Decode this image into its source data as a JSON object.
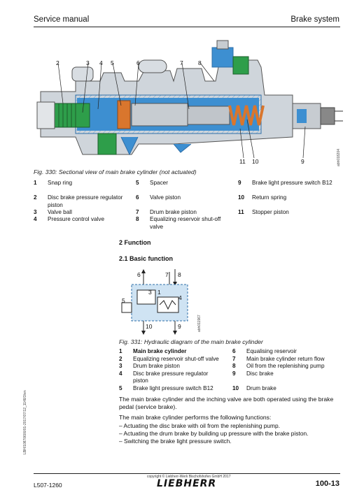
{
  "header": {
    "left": "Service manual",
    "right": "Brake system"
  },
  "figure1": {
    "callouts": [
      "2",
      "3",
      "4",
      "5",
      "6",
      "7",
      "8",
      "11",
      "10",
      "9"
    ],
    "side_code": "abh018204",
    "caption": "Fig. 330: Sectional view of main brake cylinder (not actuated)"
  },
  "legend1": [
    {
      "n": "1",
      "t": "Snap ring"
    },
    {
      "n": "2",
      "t": "Disc brake pressure regulator piston"
    },
    {
      "n": "3",
      "t": "Valve ball"
    },
    {
      "n": "4",
      "t": "Pressure control valve"
    },
    {
      "n": "5",
      "t": "Spacer"
    },
    {
      "n": "6",
      "t": "Valve piston"
    },
    {
      "n": "7",
      "t": "Drum brake piston"
    },
    {
      "n": "8",
      "t": "Equalizing reservoir shut-off valve"
    },
    {
      "n": "9",
      "t": "Brake light pressure switch B12"
    },
    {
      "n": "10",
      "t": "Return spring"
    },
    {
      "n": "11",
      "t": "Stopper piston"
    }
  ],
  "section": {
    "function": "2 Function",
    "basic": "2.1 Basic function"
  },
  "figure2": {
    "labels": [
      "6",
      "7",
      "8",
      "5",
      "4",
      "1",
      "3",
      "10",
      "9"
    ],
    "side_code": "abh011967",
    "caption": "Fig. 331: Hydraulic diagram of the main brake cylinder"
  },
  "legend2": [
    {
      "n": "1",
      "t": "Main brake cylinder"
    },
    {
      "n": "2",
      "t": "Equalizing reservoir shut-off valve"
    },
    {
      "n": "3",
      "t": "Drum brake piston"
    },
    {
      "n": "4",
      "t": "Disc brake pressure regulator piston"
    },
    {
      "n": "5",
      "t": "Brake light pressure switch B12"
    },
    {
      "n": "6",
      "t": "Equalising reservoir"
    },
    {
      "n": "7",
      "t": "Main brake cylinder return flow"
    },
    {
      "n": "8",
      "t": "Oil from the replenishing pump"
    },
    {
      "n": "9",
      "t": "Disc brake"
    },
    {
      "n": "10",
      "t": "Drum brake"
    }
  ],
  "body": {
    "p1": "The main brake cylinder and the inching valve are both operated using the brake pedal (service brake).",
    "p2": "The main brake cylinder performs the following functions:",
    "bullets": [
      "– Actuating the disc brake with oil from the replenishing pump.",
      "– Actuating the drum brake by building up pressure with the brake piston.",
      "– Switching the brake light pressure switch."
    ]
  },
  "footer": {
    "doc": "L507-1260",
    "copyright": "copyright © Liebherr-Werk Bischofshofen GmbH 2017",
    "brand": "LIEBHERR",
    "page": "100-13",
    "side": "LBH/10870600/01-2017/07/12_1148/3/en"
  },
  "colors": {
    "blue": "#2f86c8",
    "green": "#2e9e4a",
    "orange": "#d9762d"
  }
}
